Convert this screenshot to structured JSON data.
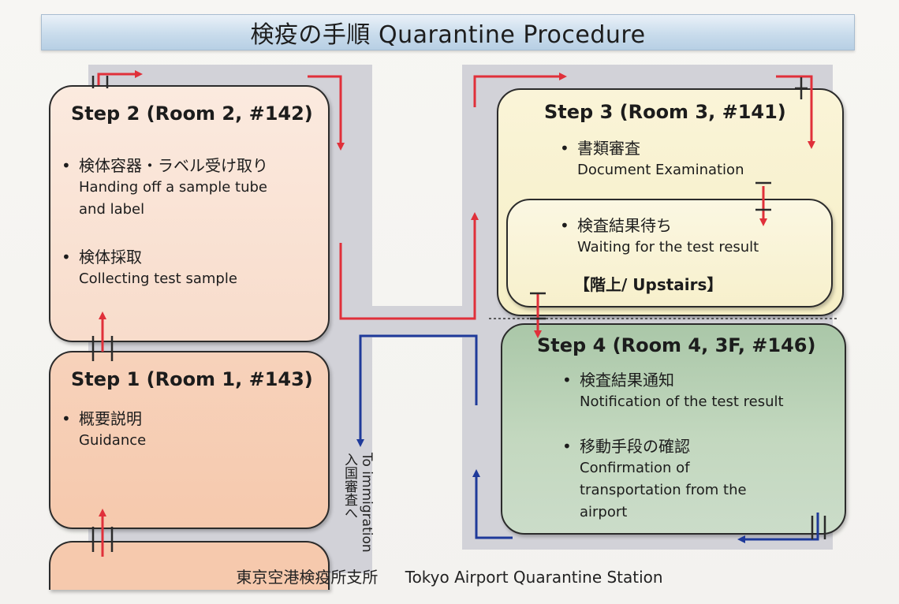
{
  "title": "検疫の手順 Quarantine Procedure",
  "steps": {
    "step2": {
      "title": "Step 2 (Room 2, #142)",
      "items": [
        {
          "jp": "検体容器・ラベル受け取り",
          "en_line1": "Handing off a sample tube",
          "en_line2": "and label"
        },
        {
          "jp": "検体採取",
          "en_line1": "Collecting test sample"
        }
      ]
    },
    "step1": {
      "title": "Step 1 (Room 1, #143)",
      "items": [
        {
          "jp": "概要説明",
          "en_line1": "Guidance"
        }
      ]
    },
    "step3": {
      "title": "Step 3 (Room 3, #141)",
      "items": [
        {
          "jp": "書類審査",
          "en_line1": "Document Examination"
        },
        {
          "jp": "検査結果待ち",
          "en_line1": "Waiting for the test result"
        }
      ],
      "upstairs": "【階上/ Upstairs】"
    },
    "step4": {
      "title": "Step 4 (Room 4, 3F, #146)",
      "items": [
        {
          "jp": "検査結果通知",
          "en_line1": "Notification of the test result"
        },
        {
          "jp": "移動手段の確認",
          "en_line1": "Confirmation of",
          "en_line2": "transportation from the",
          "en_line3": "airport"
        }
      ]
    }
  },
  "bullet": "•",
  "immigration": {
    "en": "To immigration",
    "jp": "入国審査へ"
  },
  "footer": {
    "jp": "東京空港検疫所支所",
    "en": "Tokyo Airport Quarantine Station"
  },
  "colors": {
    "flow_arrow": "#e0303a",
    "exit_arrow": "#1f3a9a",
    "corridor": "#d2d2d8"
  }
}
